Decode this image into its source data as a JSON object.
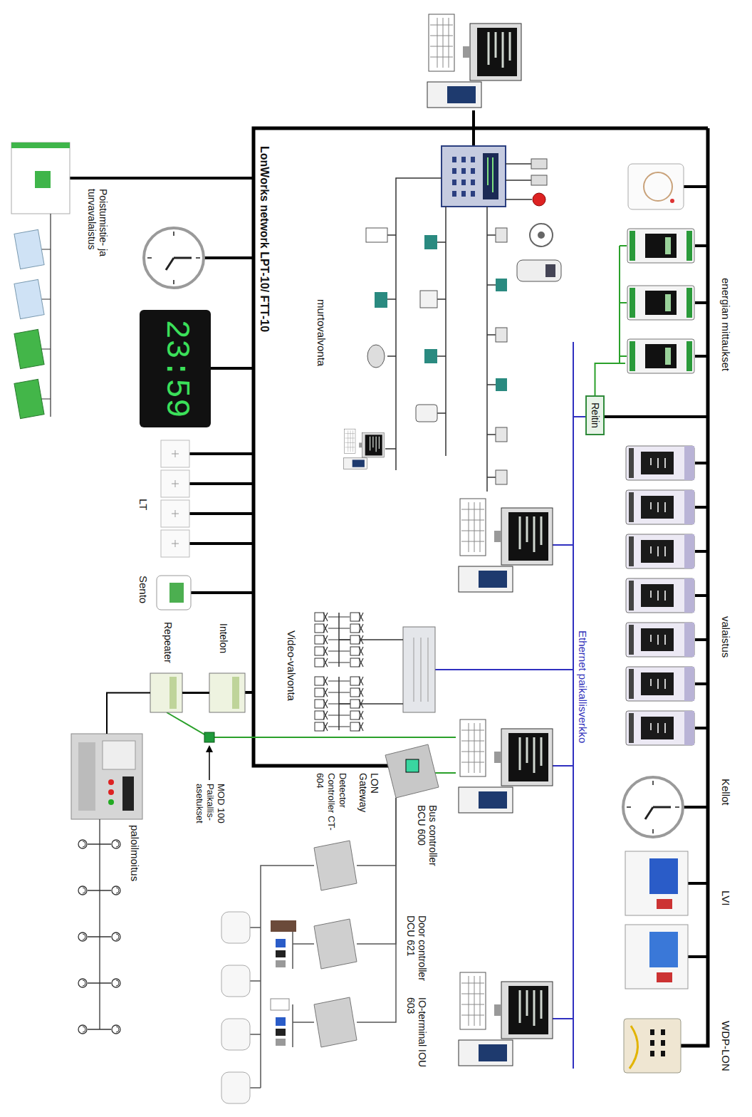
{
  "diagram": {
    "nodes": [
      {
        "text": [
          "energian mittaukset"
        ]
      },
      {
        "text": [
          "valaistus"
        ]
      },
      {
        "text": [
          "Kellot"
        ]
      },
      {
        "text": [
          "LVI"
        ]
      },
      {
        "text": [
          "WDP-LON"
        ]
      },
      {
        "text": [
          "Reitin"
        ]
      },
      {
        "text": [
          "murtovalvonta"
        ]
      },
      {
        "text": [
          "Video-valvonta"
        ]
      },
      {
        "text": [
          "LON Gateway",
          "Bus controller BCU 600"
        ]
      },
      {
        "text": [
          "Detector Controller CT-604"
        ]
      },
      {
        "text": [
          "Door controller DCU 621"
        ]
      },
      {
        "text": [
          "IO-terminal IOU 603"
        ]
      },
      {
        "text": [
          "Poistumistie- ja turvavalaistus"
        ]
      },
      {
        "text": [
          "LT"
        ]
      },
      {
        "text": [
          "Sento"
        ]
      },
      {
        "text": [
          "Intelon"
        ]
      },
      {
        "text": [
          "Repeater"
        ]
      },
      {
        "text": [
          "paloilmoitus"
        ]
      }
    ],
    "edges": [
      {
        "from": 0,
        "to": 5,
        "arrow": "none"
      },
      {
        "from": 8,
        "to": 9,
        "arrow": "none"
      },
      {
        "from": 8,
        "to": 10,
        "arrow": "none"
      },
      {
        "from": 8,
        "to": 11,
        "arrow": "none"
      },
      {
        "from": 15,
        "to": 16,
        "arrow": "none"
      },
      {
        "from": 16,
        "to": 17,
        "arrow": "none"
      }
    ],
    "labels": [
      "LonWorks network LPT-10/ FTT-10",
      "Ethernet paikallisverkko",
      "23:59",
      "MOD 100 Paikallis- asetukset"
    ]
  }
}
